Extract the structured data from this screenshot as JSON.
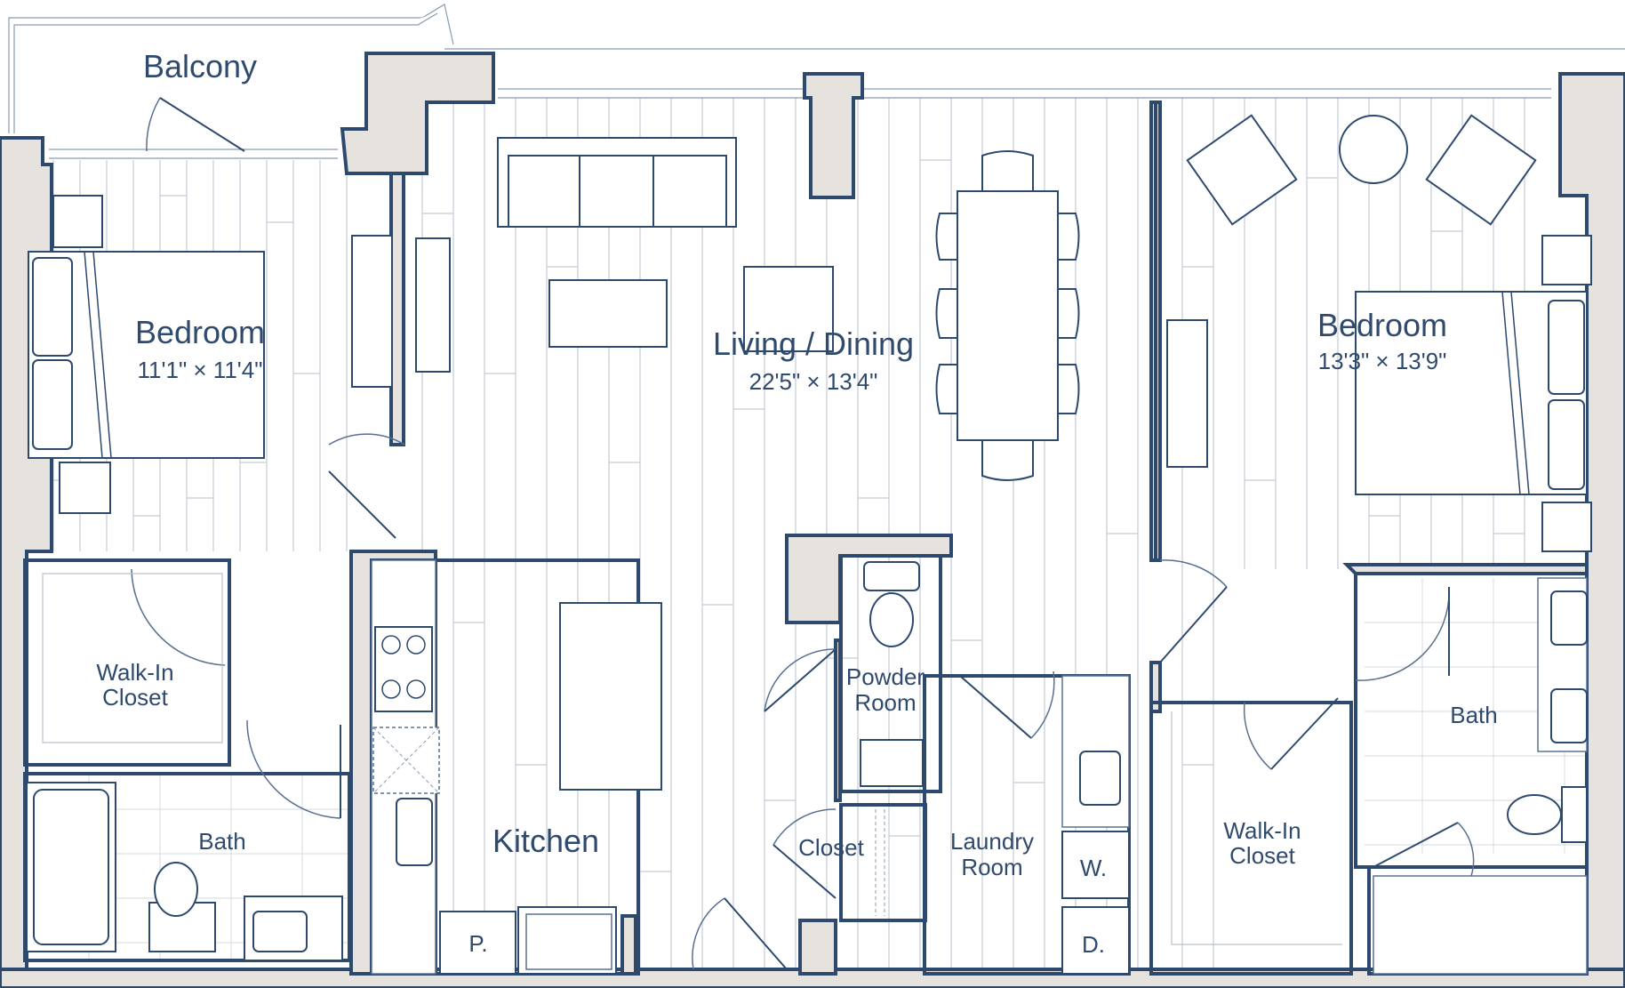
{
  "rooms": {
    "balcony": {
      "name": "Balcony"
    },
    "bedroom_left": {
      "name": "Bedroom",
      "dims": "11'1\" × 11'4\""
    },
    "living": {
      "name": "Living / Dining",
      "dims": "22'5\" × 13'4\""
    },
    "bedroom_right": {
      "name": "Bedroom",
      "dims": "13'3\" × 13'9\""
    },
    "walkin_left": {
      "line1": "Walk-In",
      "line2": "Closet"
    },
    "bath_left": {
      "name": "Bath"
    },
    "kitchen": {
      "name": "Kitchen"
    },
    "powder": {
      "line1": "Powder",
      "line2": "Room"
    },
    "closet": {
      "name": "Closet"
    },
    "laundry": {
      "line1": "Laundry",
      "line2": "Room"
    },
    "walkin_right": {
      "line1": "Walk-In",
      "line2": "Closet"
    },
    "bath_right": {
      "name": "Bath"
    }
  },
  "appliances": {
    "pantry": "P.",
    "washer": "W.",
    "dryer": "D."
  },
  "colors": {
    "wall_fill": "#e6e2de",
    "wall_stroke": "#2d4a6e",
    "text": "#2f4a6d",
    "floor_lines": "#c5ccd4"
  }
}
